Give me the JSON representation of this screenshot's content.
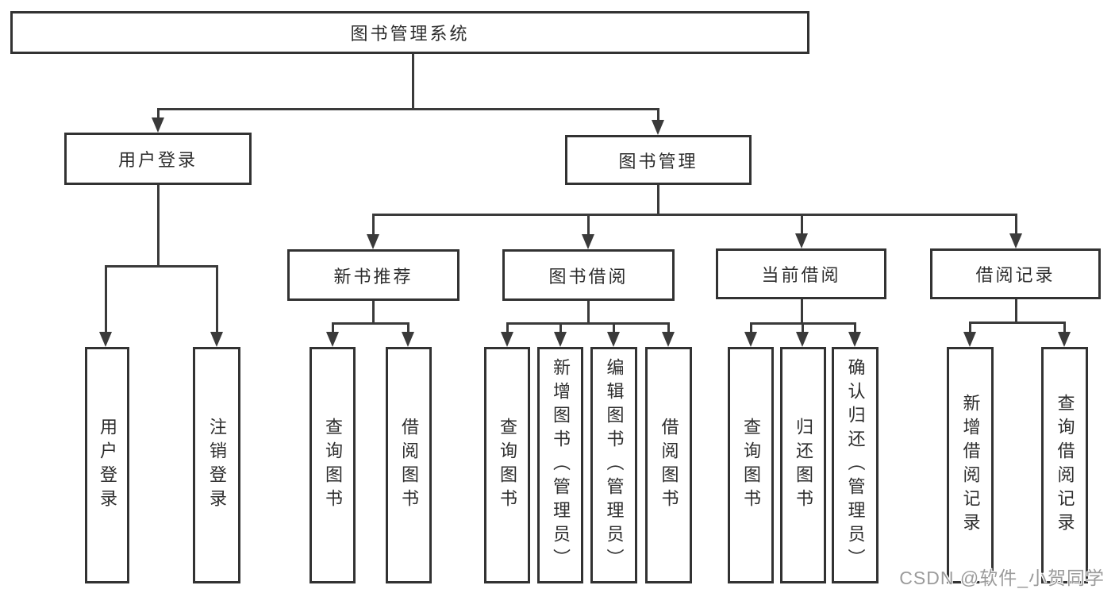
{
  "title": "图书管理系统",
  "watermark": "CSDN @软件_小贺同学",
  "colors": {
    "background": "#ffffff",
    "box_border": "#323232",
    "line": "#3a3a3a",
    "text": "#2d2d2d",
    "watermark": "#9b9b9b"
  },
  "nodes": {
    "root": "图书管理系统",
    "user_login": "用户登录",
    "book_management": "图书管理",
    "new_book_recommend": "新书推荐",
    "book_borrow": "图书借阅",
    "current_borrow": "当前借阅",
    "borrow_records": "借阅记录",
    "leaf_user_login": "用户登录",
    "leaf_logout": "注销登录",
    "leaf_rec_query_book": "查询图书",
    "leaf_rec_borrow_book": "借阅图书",
    "leaf_bor_query_book": "查询图书",
    "leaf_bor_add_book": "新增图书（管理员）",
    "leaf_bor_edit_book": "编辑图书（管理员）",
    "leaf_bor_borrow_book": "借阅图书",
    "leaf_cur_query_book": "查询图书",
    "leaf_cur_return_book": "归还图书",
    "leaf_cur_confirm_return": "确认归还（管理员）",
    "leaf_log_add_record": "新增借阅记录",
    "leaf_log_query_record": "查询借阅记录"
  },
  "hierarchy": {
    "label": "图书管理系统",
    "children": [
      {
        "label": "用户登录",
        "children": [
          "用户登录",
          "注销登录"
        ]
      },
      {
        "label": "图书管理",
        "children": [
          {
            "label": "新书推荐",
            "children": [
              "查询图书",
              "借阅图书"
            ]
          },
          {
            "label": "图书借阅",
            "children": [
              "查询图书",
              "新增图书（管理员）",
              "编辑图书（管理员）",
              "借阅图书"
            ]
          },
          {
            "label": "当前借阅",
            "children": [
              "查询图书",
              "归还图书",
              "确认归还（管理员）"
            ]
          },
          {
            "label": "借阅记录",
            "children": [
              "新增借阅记录",
              "查询借阅记录"
            ]
          }
        ]
      }
    ]
  }
}
